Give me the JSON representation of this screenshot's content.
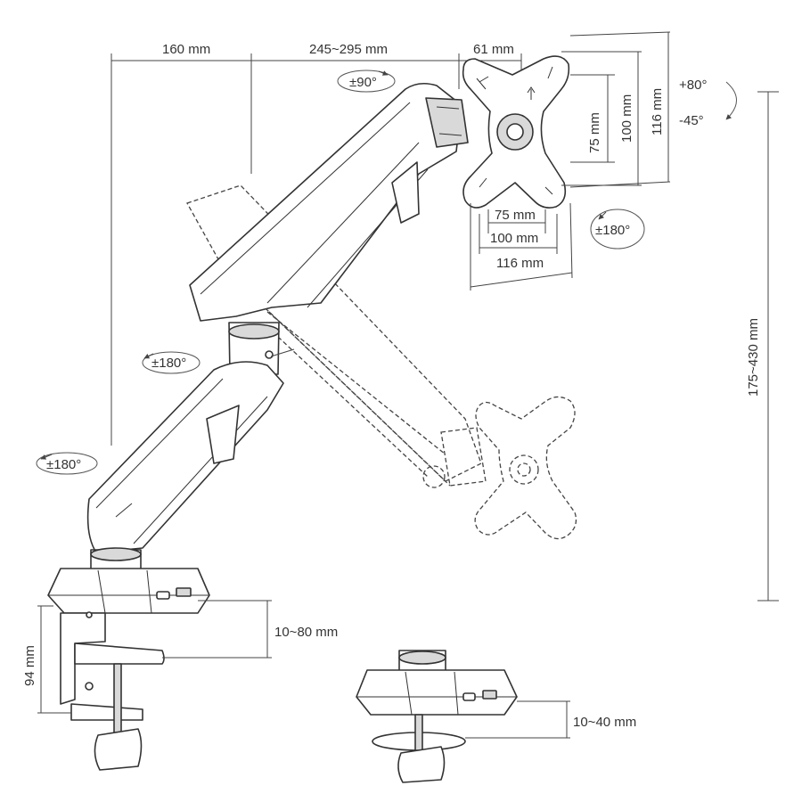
{
  "dimensions": {
    "top_left_width": "160 mm",
    "top_middle_width": "245~295 mm",
    "top_right_width": "61 mm",
    "height_range": "175~430 mm",
    "clamp_height": "94 mm",
    "clamp_desk_range": "10~80 mm",
    "grommet_desk_range": "10~40 mm"
  },
  "vesa": {
    "horizontal": [
      "75 mm",
      "100 mm",
      "116 mm"
    ],
    "vertical": [
      "75 mm",
      "100 mm",
      "116 mm"
    ]
  },
  "rotations": {
    "swivel_head": "±90°",
    "tilt_up": "+80°",
    "tilt_down": "-45°",
    "rotate_plate": "±180°",
    "elbow_joint": "±180°",
    "base_joint": "±180°"
  }
}
